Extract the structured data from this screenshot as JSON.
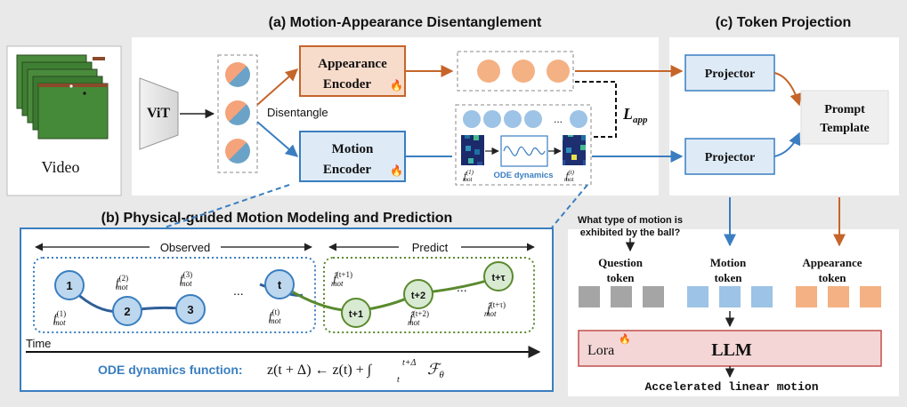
{
  "titles": {
    "section_a": "(a) Motion-Appearance Disentanglement",
    "section_b": "(b) Physical-guided Motion Modeling and Prediction",
    "section_c": "(c) Token Projection"
  },
  "input": {
    "video_label": "Video",
    "vit_label": "ViT",
    "disentangle_label": "Disentangle"
  },
  "encoders": {
    "appearance_line1": "Appearance",
    "appearance_line2": "Encoder",
    "motion_line1": "Motion",
    "motion_line2": "Encoder",
    "fire_glyph": "🔥"
  },
  "loss": {
    "symbol": "L",
    "subscript": "app"
  },
  "ode_box": {
    "ellipsis": "...",
    "ode_label": "ODE dynamics",
    "f_first": "f",
    "f_first_sup": "(1)",
    "f_last": "f",
    "f_last_sup": "(t)",
    "mot": "mot"
  },
  "projection": {
    "projector_top": "Projector",
    "projector_bottom": "Projector",
    "prompt_line1": "Prompt",
    "prompt_line2": "Template"
  },
  "tokens": {
    "question_prompt_line1": "What type of motion is",
    "question_prompt_line2": "exhibited by the ball?",
    "question_line1": "Question",
    "question_line2": "token",
    "motion_line1": "Motion",
    "motion_line2": "token",
    "appearance_line1": "Appearance",
    "appearance_line2": "token"
  },
  "llm": {
    "label": "LLM",
    "lora_label": "Lora"
  },
  "answer": "Accelerated linear motion",
  "timeline": {
    "observed_label": "Observed",
    "predict_label": "Predict",
    "time_label": "Time",
    "observed_nodes": [
      "1",
      "2",
      "3",
      "t"
    ],
    "predict_nodes": [
      "t+1",
      "t+2",
      "t+τ"
    ],
    "ellipsis": "...",
    "f": "f",
    "f_hat": "f̂",
    "mot": "mot",
    "sup_obs": [
      "(1)",
      "(2)",
      "(3)",
      "(t)"
    ],
    "sup_pred": [
      "(t+1)",
      "(t+2)",
      "(t+τ)"
    ],
    "ode_function_label": "ODE dynamics function:",
    "ode_function_formula": "z(t + Δ) ← z(t) + ∫",
    "ode_integral_upper": "t+Δ",
    "ode_integral_lower": "t",
    "ode_integrand": "ℱ",
    "ode_integrand_sub": "θ"
  },
  "colors": {
    "appearance_orange": "#c5652a",
    "appearance_fill": "#f8dccb",
    "motion_blue": "#3a7ec0",
    "motion_fill": "#deebf7",
    "observed_node_fill": "#bdd7ee",
    "predict_green": "#5a8a2e",
    "predict_node_fill": "#d9ead3",
    "question_gray": "#a5a5a5",
    "motion_token_blue": "#9dc3e6",
    "appearance_token_orange": "#f4b183",
    "llm_fill": "#f4d6d6",
    "llm_border": "#c0504d",
    "panel_bg": "#e9e9e9"
  }
}
